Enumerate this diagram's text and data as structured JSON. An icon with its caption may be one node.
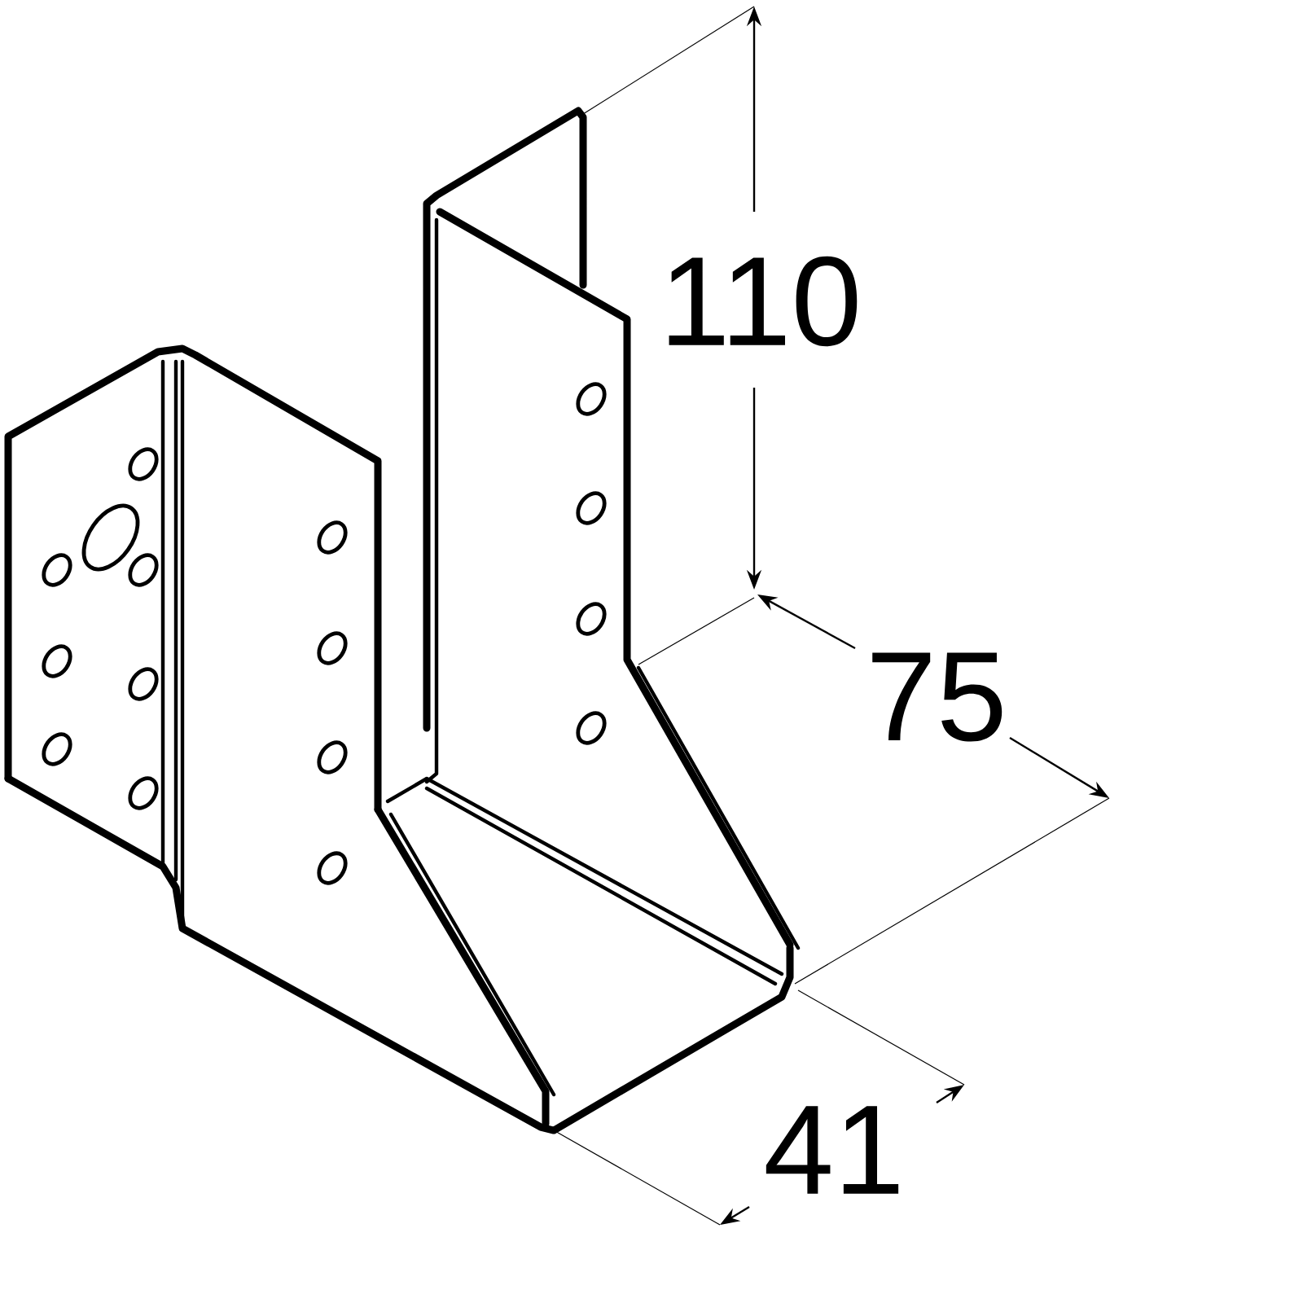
{
  "diagram": {
    "labels": [
      "110",
      "75",
      "41"
    ]
  }
}
